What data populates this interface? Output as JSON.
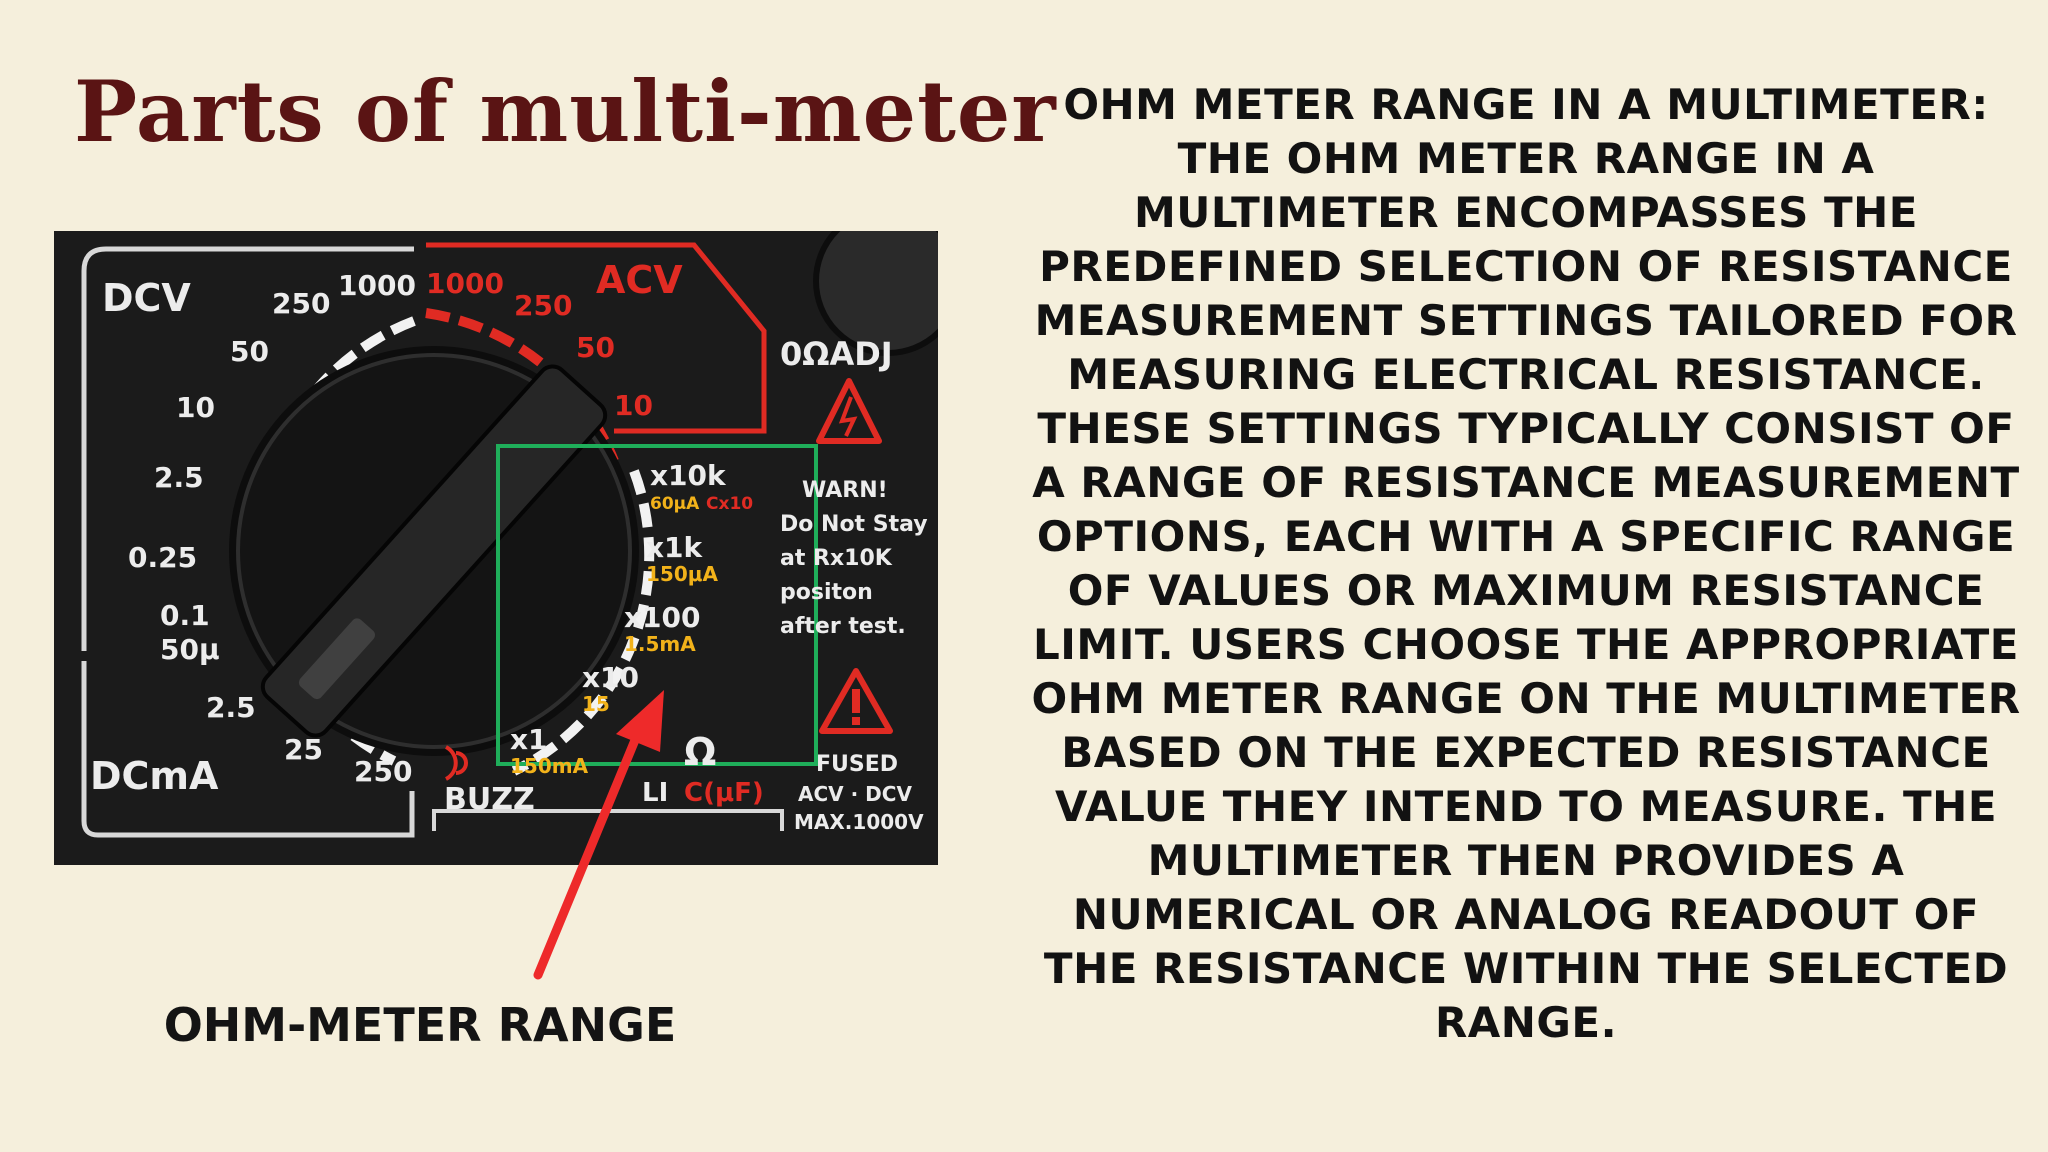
{
  "title": "Parts of multi-meter",
  "caption": "OHM-METER RANGE",
  "paragraph": "OHM METER RANGE IN A MULTIMETER: THE OHM METER RANGE IN A MULTIMETER ENCOMPASSES THE PREDEFINED SELECTION OF RESISTANCE MEASUREMENT SETTINGS TAILORED FOR MEASURING ELECTRICAL RESISTANCE. THESE SETTINGS TYPICALLY CONSIST OF A RANGE OF RESISTANCE MEASUREMENT OPTIONS, EACH WITH A SPECIFIC RANGE OF VALUES OR MAXIMUM RESISTANCE LIMIT. USERS CHOOSE THE APPROPRIATE OHM METER RANGE ON THE MULTIMETER BASED ON THE EXPECTED RESISTANCE VALUE THEY INTEND TO MEASURE. THE MULTIMETER THEN PROVIDES A NUMERICAL OR ANALOG READOUT OF THE RESISTANCE WITHIN THE SELECTED RANGE.",
  "dial": {
    "dcv_label": "DCV",
    "acv_label": "ACV",
    "dcma_label": "DCmA",
    "buzz_label": "BUZZ",
    "ohm_adj_label": "0ΩADJ",
    "ohm_symbol": "Ω",
    "li_label": "LI",
    "cap_label": "C(μF)",
    "dcv_values": [
      "1000",
      "250",
      "50",
      "10",
      "2.5",
      "0.25",
      "0.1",
      "50μ"
    ],
    "acv_values": [
      "1000",
      "250",
      "50",
      "10"
    ],
    "dcma_values": [
      "2.5",
      "25",
      "250"
    ],
    "ohm_ranges": [
      {
        "label": "x10k",
        "sub": "60μA",
        "sub2": "Cx10"
      },
      {
        "label": "x1k",
        "sub": "150μA"
      },
      {
        "label": "x100",
        "sub": "1.5mA"
      },
      {
        "label": "x10",
        "sub": "15"
      },
      {
        "label": "x1",
        "sub": "150mA"
      }
    ],
    "warning": [
      "WARN!",
      "Do Not Stay",
      "at Rx10K",
      "positon",
      "after test."
    ],
    "fused": [
      "FUSED",
      "ACV · DCV",
      "MAX.1000V"
    ]
  },
  "colors": {
    "background": "#f5efdc",
    "title": "#5a1414",
    "highlight_box": "#1fae5a",
    "arrow": "#ee2a2a",
    "acv_red": "#e02b23",
    "ohm_yellow": "#f2b21a"
  },
  "icons": [
    "warning-triangle-icon",
    "buzzer-icon",
    "pointer-arrow-icon"
  ]
}
